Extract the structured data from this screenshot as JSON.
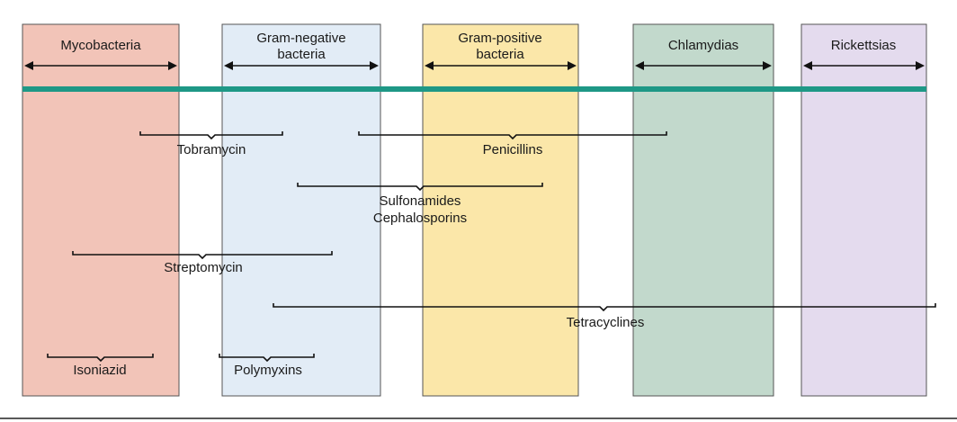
{
  "groups": [
    {
      "lines": [
        "Mycobacteria"
      ],
      "color": "#f2c4b8"
    },
    {
      "lines": [
        "Gram-negative",
        "bacteria"
      ],
      "color": "#e2ecf6"
    },
    {
      "lines": [
        "Gram-positive",
        "bacteria"
      ],
      "color": "#fbe7a9"
    },
    {
      "lines": [
        "Chlamydias"
      ],
      "color": "#c2d9cc"
    },
    {
      "lines": [
        "Rickettsias"
      ],
      "color": "#e4dbee"
    }
  ],
  "spectrum_bar_color": "#1e9886",
  "drugs": [
    {
      "lines": [
        "Tobramycin"
      ]
    },
    {
      "lines": [
        "Penicillins"
      ]
    },
    {
      "lines": [
        "Sulfonamides",
        "Cephalosporins"
      ]
    },
    {
      "lines": [
        "Streptomycin"
      ]
    },
    {
      "lines": [
        "Tetracyclines"
      ]
    },
    {
      "lines": [
        "Isoniazid"
      ]
    },
    {
      "lines": [
        "Polymyxins"
      ]
    }
  ]
}
